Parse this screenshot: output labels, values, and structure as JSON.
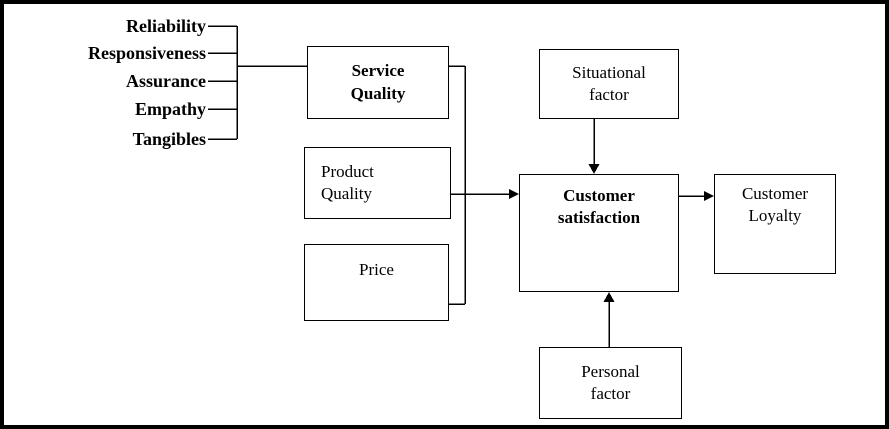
{
  "colors": {
    "line": "#000000",
    "background": "#ffffff"
  },
  "attributes": {
    "items": [
      "Reliability",
      "Responsiveness",
      "Assurance",
      "Empathy",
      "Tangibles"
    ]
  },
  "boxes": {
    "service_quality": "Service Quality",
    "product_quality": "Product Quality",
    "price": "Price",
    "situational_factor": "Situational factor",
    "customer_satisfaction": "Customer satisfaction",
    "personal_factor": "Personal factor",
    "customer_loyalty": "Customer Loyalty"
  }
}
